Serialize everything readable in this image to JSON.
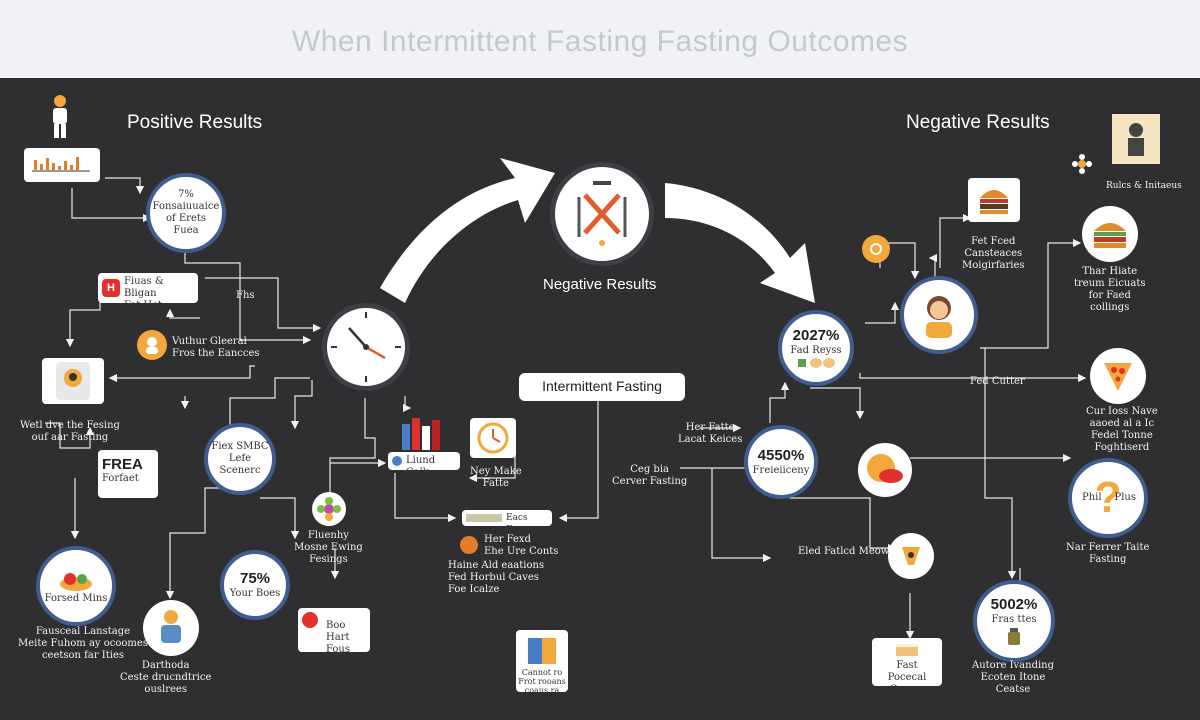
{
  "title": "When Intermittent Fasting Fasting Outcomes",
  "headings": {
    "positive": "Positive Results",
    "negative": "Negative Results",
    "center_negative": "Negative Results",
    "center_pill": "Intermittent Fasting"
  },
  "left": {
    "node_top": [
      "7%",
      "Fonsaiuuaice",
      "of Erets",
      "Fuea"
    ],
    "card_fuea": [
      "Fiuas & Bligan",
      "Fat Het Sereinss"
    ],
    "fhs": "Fhs",
    "bs_line1": "Vuthur Gleeral",
    "bs_line2": "Fros the Eancces",
    "wait_text": [
      "Wetl dve the Fesing",
      "ouf aar Fasting"
    ],
    "frea_title": "FREA",
    "frea_sub": "Forfaet",
    "node_mid": [
      "Fiex SMBC",
      "Lefe Scenerc"
    ],
    "node_bottom": "Forsed Mins",
    "bottom_text": [
      "Fausceal Lanstage",
      "Meite Fuhom ay ocoomes",
      "ceetson far Ities"
    ],
    "person_text": [
      "Darthoda",
      "Ceste drucndtrice",
      "ouslrees"
    ],
    "node_75_big": "75%",
    "node_75_small": "Your Boes",
    "flu_text": [
      "Fluenhy",
      "Mosne Ewing",
      "Fesings"
    ],
    "bho_card": [
      "Boo Hart",
      "Fous"
    ],
    "liund": "Liund Calk",
    "ney_make": [
      "Ney Make",
      "Fatte"
    ],
    "faic_card": "Eacs Eoce",
    "her_fixed": [
      "Her Fexd",
      "Ehe Ure Conts"
    ],
    "haine": [
      "Haine Ald eaations",
      "Fed Horbul Caves",
      "Foe Icalze"
    ]
  },
  "right": {
    "her_fatte": [
      "Her Fatte",
      "Lacat Keices"
    ],
    "ceg_bia": [
      "Ceg bia",
      "Cerver Fasting"
    ],
    "node_2027": [
      "2027%",
      "Fad Reyss"
    ],
    "node_4550": [
      "4550%",
      "Freieiiceny"
    ],
    "fast_food": [
      "Fet Fced",
      "Cansteaces",
      "Moigirfaries"
    ],
    "their_hate": [
      "Thar Hiate",
      "treum Eicuats",
      "for Faed",
      "collings"
    ],
    "caption": "Rulcs & Initaeus",
    "fed_cutter": "Fed Cutter",
    "cur_lost": [
      "Cur Ioss Nave",
      "aaoed al a Ic",
      "Fedel Tonne",
      "Foghtiserd"
    ],
    "phil": "Phil",
    "plus": "Plus",
    "ner_forever": [
      "Nar Ferrer Taite",
      "Fasting"
    ],
    "eled": "Eled Fatlcd Meow",
    "node_5002": [
      "5002%",
      "Fras ttes"
    ],
    "fast_proceed": [
      "Fast Pocecal",
      "Cerver"
    ],
    "autore": [
      "Autore Ivanding",
      "Ecoten Itone",
      "Ceatse"
    ],
    "fig_text": [
      "Cannot ro",
      "Frot rooans",
      "coaus ra"
    ]
  },
  "colors": {
    "background": "#2f2f31",
    "title_bar": "#f1f2f5",
    "title_text": "#c5c8ce",
    "node_border": "#3f5d8f",
    "accent_orange": "#f2a83a",
    "accent_red": "#e0312c",
    "clock_hand": "#e35a2b"
  },
  "icons": [
    "person-icon",
    "chart-icon",
    "doctor-icon",
    "face-icon",
    "clock-icon",
    "fork-knife-icon",
    "burger-icon",
    "pizza-icon",
    "question-mark-icon",
    "bottle-icon",
    "cake-icon",
    "flower-icon",
    "arrow-icon",
    "gear-icon"
  ]
}
